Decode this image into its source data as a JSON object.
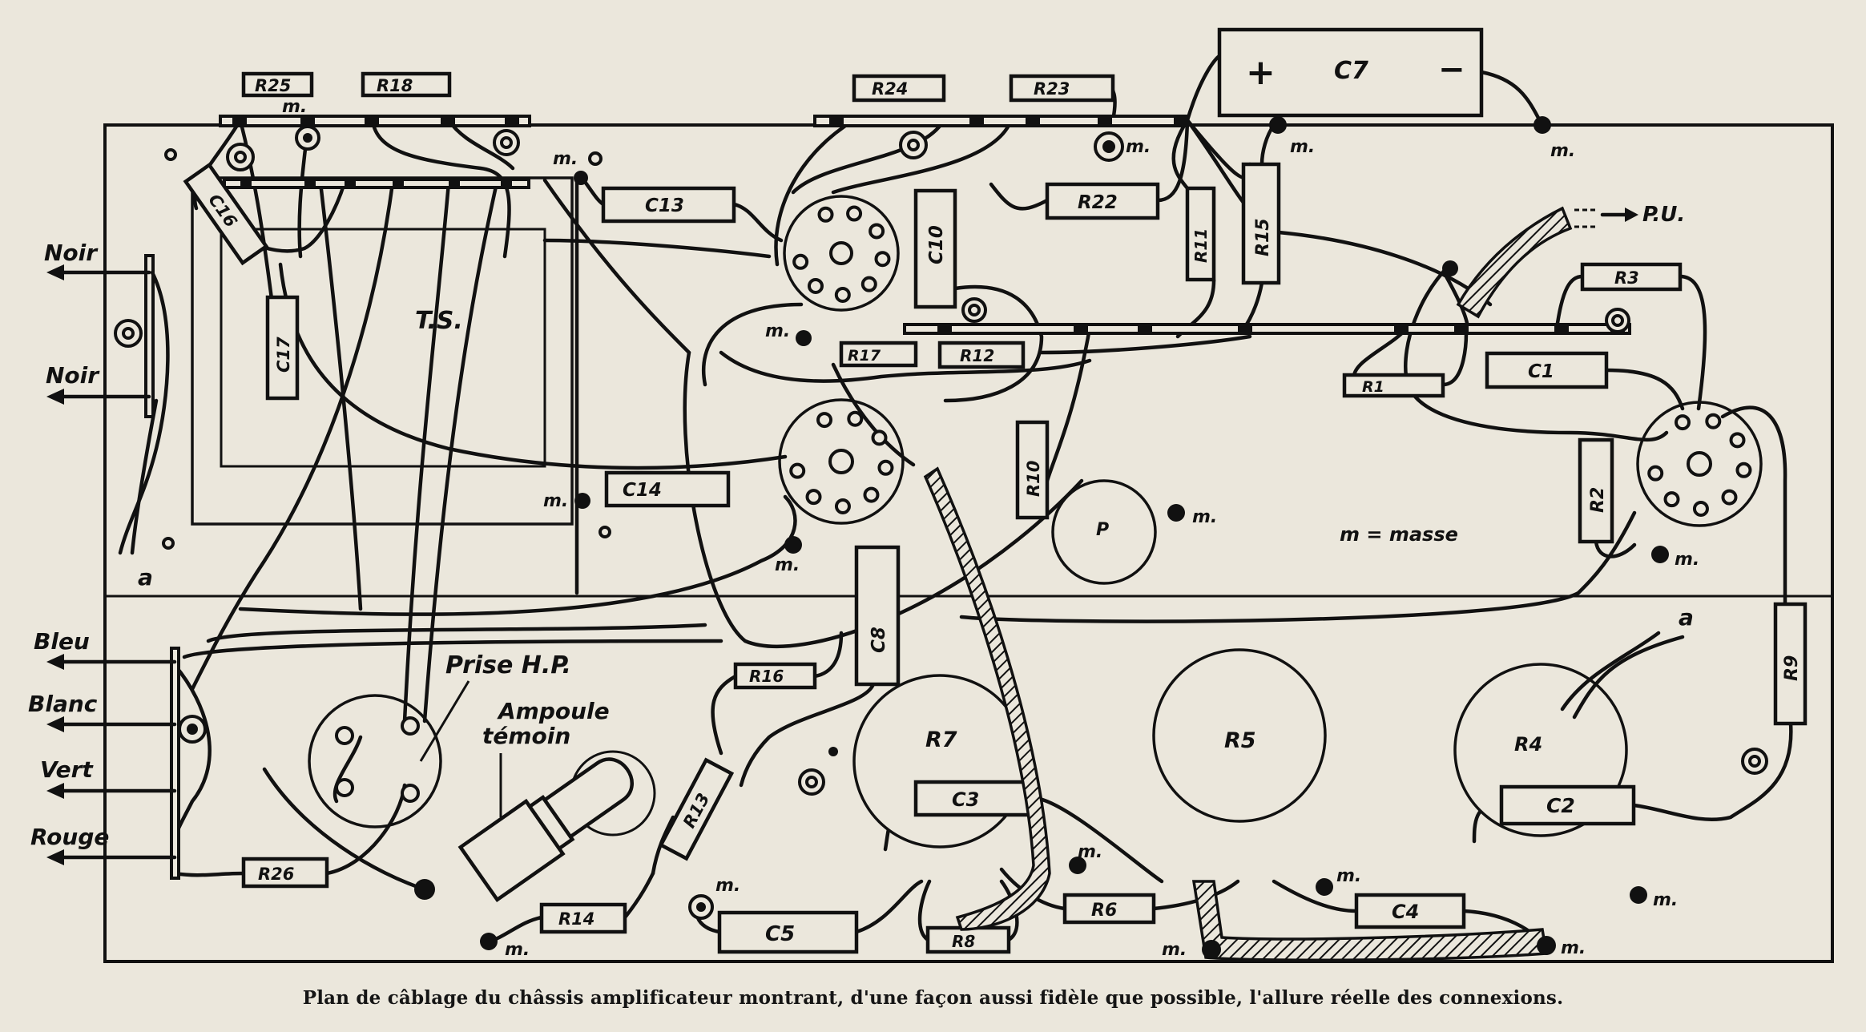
{
  "caption": "Plan de câblage du châssis amplificateur montrant, d'une façon aussi fidèle que possible, l'allure réelle des connexions.",
  "legend": "m = masse",
  "ground_mark": "m.",
  "components": {
    "resistors": [
      "R1",
      "R2",
      "R3",
      "R4",
      "R5",
      "R6",
      "R7",
      "R8",
      "R9",
      "R10",
      "R11",
      "R12",
      "R13",
      "R14",
      "R15",
      "R16",
      "R17",
      "R18",
      "R22",
      "R23",
      "R24",
      "R25",
      "R26"
    ],
    "capacitors": [
      "C1",
      "C2",
      "C3",
      "C4",
      "C5",
      "C7",
      "C8",
      "C10",
      "C13",
      "C14",
      "C16",
      "C17"
    ],
    "potentiometers": [
      "R4",
      "R5",
      "R7",
      "P"
    ]
  },
  "labels": {
    "R1": "R1",
    "R2": "R2",
    "R3": "R3",
    "R4": "R4",
    "R5": "R5",
    "R6": "R6",
    "R7": "R7",
    "R8": "R8",
    "R9": "R9",
    "R10": "R10",
    "R11": "R11",
    "R12": "R12",
    "R13": "R13",
    "R14": "R14",
    "R15": "R15",
    "R16": "R16",
    "R17": "R17",
    "R18": "R18",
    "R22": "R22",
    "R23": "R23",
    "R24": "R24",
    "R25": "R25",
    "R26": "R26",
    "C1": "C1",
    "C2": "C2",
    "C3": "C3",
    "C4": "C4",
    "C5": "C5",
    "C7": "C7",
    "C8": "C8",
    "C10": "C10",
    "C13": "C13",
    "C14": "C14",
    "C16": "C16",
    "C17": "C17",
    "P": "P"
  },
  "c7_polarity": {
    "plus": "+",
    "minus": "−"
  },
  "transformer": "T.S.",
  "pickup": "P.U.",
  "antenna": "a",
  "wire_colors_left": [
    "Noir",
    "Noir"
  ],
  "speaker_wires": [
    "Bleu",
    "Blanc",
    "Vert",
    "Rouge"
  ],
  "speaker_socket": "Prise H.P.",
  "pilot_lamp": [
    "Ampoule",
    "témoin"
  ]
}
